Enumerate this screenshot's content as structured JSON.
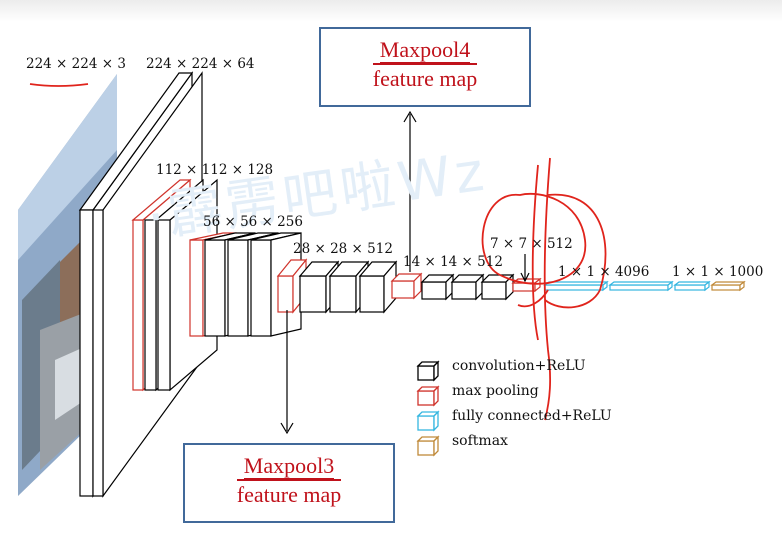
{
  "labels": {
    "input": "224 × 224 × 3",
    "conv1": "224 × 224 × 64",
    "conv2": "112 × 112 × 128",
    "conv3": "56 × 56 × 256",
    "conv4": "28 × 28 × 512",
    "conv5": "14 × 14 × 512",
    "pool5": "7 × 7 × 512",
    "fc": "1 × 1 × 4096",
    "softmax_out": "1 × 1 × 1000"
  },
  "callouts": {
    "top": {
      "line1": "Maxpool4",
      "line2": "feature map"
    },
    "bottom": {
      "line1": "Maxpool3",
      "line2": "feature map"
    }
  },
  "legend": [
    {
      "label": "convolution+ReLU",
      "color": "#000000"
    },
    {
      "label": "max pooling",
      "color": "#d0342c"
    },
    {
      "label": "fully connected+ReLU",
      "color": "#35b6e0"
    },
    {
      "label": "softmax",
      "color": "#c08a3a"
    }
  ],
  "colors": {
    "conv": "#000000",
    "pool": "#d0342c",
    "fc": "#35b6e0",
    "softmax": "#c08a3a",
    "annotation": "#e0241c",
    "callout_border": "#41699a"
  }
}
